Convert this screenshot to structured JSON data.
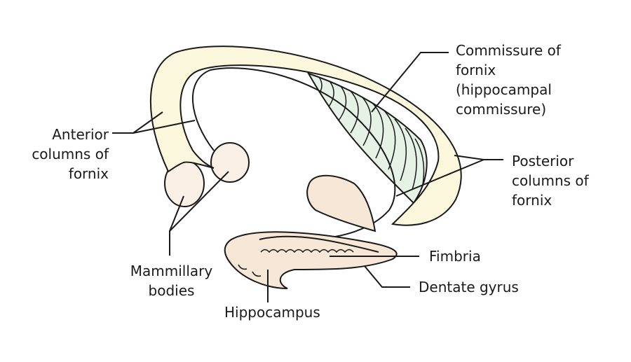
{
  "labels": {
    "commissure": [
      "Commissure of",
      "fornix",
      "(hippocampal",
      "commissure)"
    ],
    "anterior_columns": [
      "Anterior",
      "columns of",
      "fornix"
    ],
    "posterior_columns": [
      "Posterior",
      "columns of",
      "fornix"
    ],
    "mammillary_bodies": [
      "Mammillary",
      "bodies"
    ],
    "fimbria": "Fimbria",
    "dentate_gyrus": "Dentate gyrus",
    "hippocampus": "Hippocampus"
  },
  "colors": {
    "fornix_fill": "#fbf7dc",
    "commissure_fill": "#e6f2e6",
    "mammillary_fill": "#fbf0e6",
    "hippocampus_fill": "#f7e7d6",
    "outline": "#1a1a1a"
  }
}
